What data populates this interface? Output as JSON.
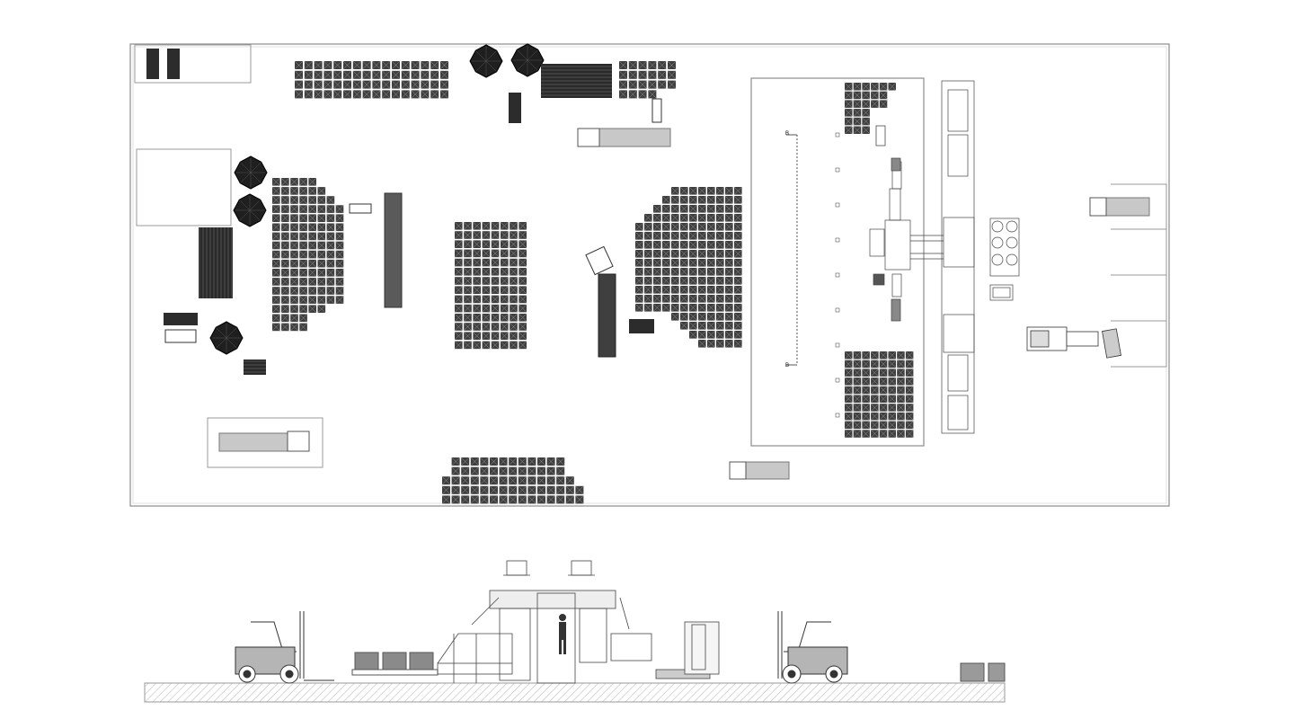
{
  "colors": {
    "background": "#ffffff",
    "outline": "#8c8c8c",
    "pallet_dark": "#3f3f3f",
    "pallet_line": "#9a9a9a",
    "pile_black": "#1f1f1f",
    "truck_gray": "#c8c8c8",
    "ground_hatch": "#bdbdbd"
  },
  "plan_view": {
    "section_markers": [
      "B",
      "B"
    ],
    "outdoor_pallet_zones": 6,
    "raw_material_piles": 5,
    "production_line": "block-machine-with-conveyors-and-curing-racks"
  },
  "elevation_view": {
    "items": [
      "forklift-left",
      "pallet-stack-feed",
      "block-making-machine",
      "operator",
      "mixer-hoppers",
      "control-cabinet",
      "forklift-right",
      "finished-pallets"
    ]
  }
}
